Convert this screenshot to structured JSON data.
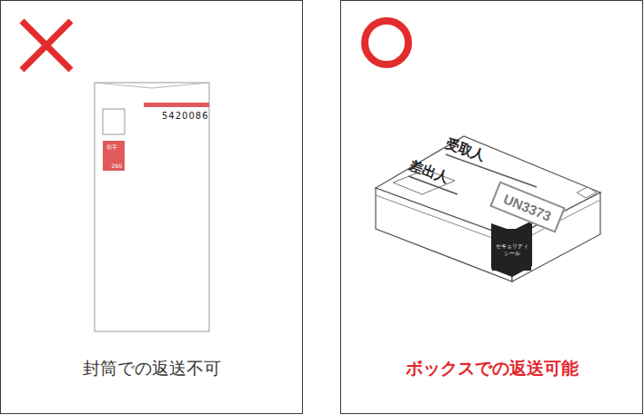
{
  "diagram": {
    "nodes": [
      {
        "text": [
          "封筒での返送不可"
        ]
      },
      {
        "text": [
          "ボックスでの返送可能"
        ]
      },
      {
        "text": [
          "切手",
          "290"
        ],
        "in": 0
      },
      {
        "text": [
          "UN3373"
        ],
        "in": 1
      },
      {
        "text": [
          "セキュリティシール"
        ],
        "in": 1
      }
    ],
    "labels": [
      "5420086",
      "受取人",
      "差出人"
    ]
  }
}
